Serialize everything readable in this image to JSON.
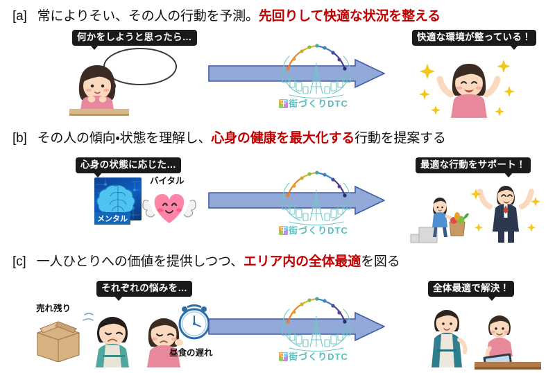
{
  "document": {
    "title": "街づくりDTC コンセプト",
    "background_color": "#ffffff",
    "accent_red": "#C00000",
    "arrow_fill": "#93A9D8",
    "arrow_stroke": "#3E5CA8",
    "logo_color": "#5BBFBF"
  },
  "sections": [
    {
      "tag": "[a]",
      "text_black_lead": "常によりそい、その人の行動を予測。",
      "text_red": "先回りして快適な状況を整える",
      "text_black_tail": "",
      "left_callout": "何かをしようと思ったら…",
      "right_callout": "快適な環境が整っている！",
      "left_illustration": "woman-thinking-with-thought-bubble",
      "right_illustration": "woman-happy-with-sparkles"
    },
    {
      "tag": "[b]",
      "text_black_lead": "その人の傾向・状態を理解し、",
      "text_red": "心身の健康を最大化する",
      "text_black_tail": "行動を提案する",
      "left_callout": "心身の状態に応じた…",
      "right_callout": "最適な行動をサポート！",
      "left_illustration": "brain-circuit-tile-and-heart-muscle",
      "right_illustration": "man-with-groceries-and-man-cheering",
      "labels": {
        "mental": "メンタル",
        "vital": "バイタル"
      }
    },
    {
      "tag": "[c]",
      "text_black_lead": "一人ひとりへの価値を提供しつつ、",
      "text_red": "エリア内の全体最適",
      "text_black_tail": "を図る",
      "left_callout": "それぞれの悩みを…",
      "right_callout": "全体最適で解決！",
      "left_illustration": "cardboard-box-worried-shopkeeper-and-hungry-woman-with-clock",
      "right_illustration": "two-staff-with-tablet",
      "labels": {
        "leftover": "売れ残り",
        "late_lunch": "昼食の遅れ"
      }
    }
  ],
  "logo": {
    "name": "街づくりDTC",
    "mark_character": "街",
    "arc_dot_colors": [
      "#E8812A",
      "#E0B02C",
      "#7FBF3F",
      "#3FA9A0",
      "#3F7FC4",
      "#3F4FA0",
      "#6A3FA0",
      "#A03F8F"
    ]
  }
}
